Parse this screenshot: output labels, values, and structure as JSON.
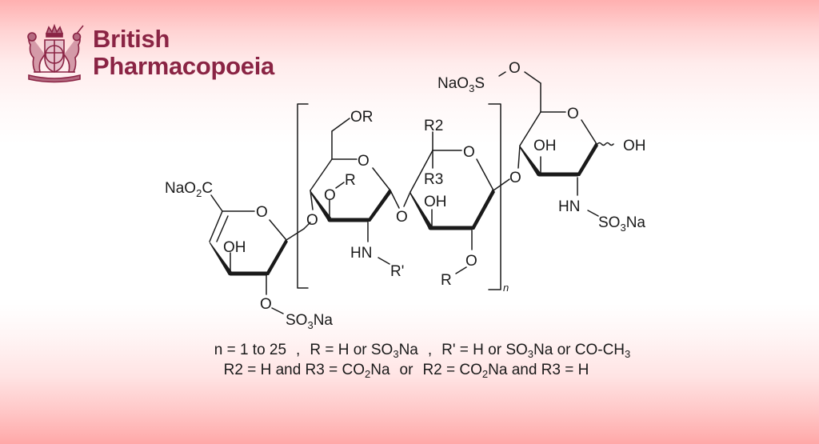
{
  "logo": {
    "line1": "British",
    "line2": "Pharmacopoeia",
    "brand_color": "#8a2444",
    "emblem": "royal-coat-of-arms"
  },
  "structure": {
    "labels": {
      "naO2c_na": "NaO",
      "naO2c_2": "2",
      "naO2c_c": "C",
      "ring1_o": "O",
      "ring1_oh": "OH",
      "ring1_o2": "O",
      "ring1_so3_s": "SO",
      "ring1_so3_3": "3",
      "ring1_so3_na": "Na",
      "link1_o": "O",
      "ring2_or": "OR",
      "ring2_o": "O",
      "ring2_r": "R",
      "ring2_o3": "O",
      "ring2_hn": "HN",
      "ring2_rprime": "R'",
      "link2_o": "O",
      "ring3_r2": "R2",
      "ring3_o": "O",
      "ring3_r3": "R3",
      "ring3_oh": "OH",
      "ring3_o2": "O",
      "ring3_r": "R",
      "subscript_n": "n",
      "link3_o": "O",
      "ring4_naO3s_na": "NaO",
      "ring4_naO3s_3": "3",
      "ring4_naO3s_s": "S",
      "ring4_o6": "O",
      "ring4_o": "O",
      "ring4_oh": "OH",
      "ring4_oh_anomeric": "OH",
      "ring4_hn": "HN",
      "ring4_so3_s": "SO",
      "ring4_so3_3": "3",
      "ring4_so3_na": "Na"
    }
  },
  "caption": {
    "line1": {
      "n_def": "n = 1 to 25",
      "sep1": ",",
      "r_def_a": "R = H or SO",
      "r_def_sub": "3",
      "r_def_b": "Na",
      "sep2": ",",
      "rprime_a": "R' = H or SO",
      "rprime_sub": "3",
      "rprime_b": "Na or CO-CH",
      "rprime_sub2": "3"
    },
    "line2": {
      "opt1_a": "R2 = H and R3 = CO",
      "opt1_sub": "2",
      "opt1_b": "Na",
      "or": "or",
      "opt2_a": "R2 = CO",
      "opt2_sub": "2",
      "opt2_b": "Na and R3 = H"
    }
  }
}
